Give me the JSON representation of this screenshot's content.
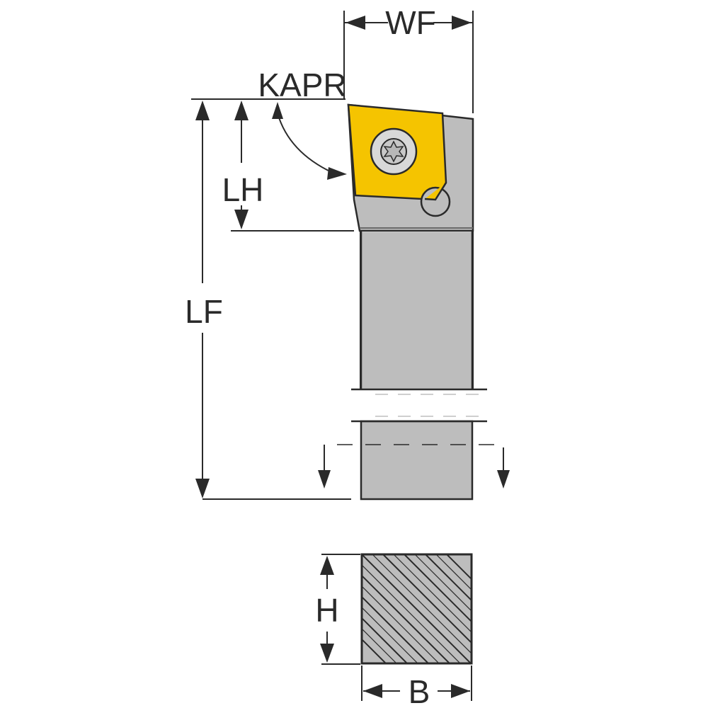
{
  "labels": {
    "wf": "WF",
    "kapr": "KAPR",
    "lh": "LH",
    "lf": "LF",
    "h": "H",
    "b": "B"
  },
  "colors": {
    "insert": "#f5c400",
    "shank": "#bdbdbd",
    "line": "#2a2a2a",
    "background": "#ffffff"
  }
}
